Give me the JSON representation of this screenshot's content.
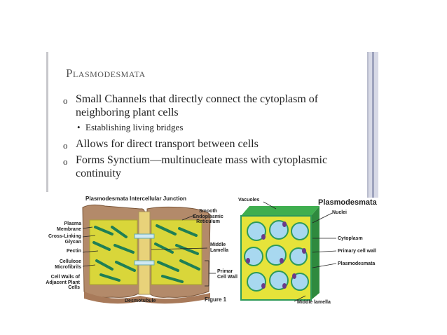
{
  "slide": {
    "title": "Plasmodesmata",
    "bullets": [
      {
        "text": "Small Channels that directly connect the cytoplasm of neighboring plant cells"
      },
      {
        "text": "Allows for direct transport between cells"
      },
      {
        "text": "Forms Synctium—multinucleate mass with cytoplasmic continuity"
      }
    ],
    "sub_bullets": [
      {
        "text": "Establishing living bridges"
      }
    ]
  },
  "figure_left": {
    "title": "Plasmodesmata Intercellular Junction",
    "labels": {
      "smooth_er": "Smooth Endoplasmic Reticulum",
      "plasma_membrane": "Plasma Membrane",
      "cross_linking": "Cross-Linking Glycan",
      "pectin": "Pectin",
      "cellulose": "Cellulose Microfibrils",
      "cell_walls": "Cell Walls of Adjacent Plant Cells",
      "middle_lamella": "Middle Lamella",
      "primary_wall": "Primar Cell Wall",
      "desmotubule": "Desmotubule",
      "figure_num": "Figure 1"
    }
  },
  "figure_right": {
    "title": "Plasmodesmata",
    "labels": {
      "vacuoles": "Vacuoles",
      "nuclei": "Nuclei",
      "cytoplasm": "Cytoplasm",
      "primary_wall": "Primary cell wall",
      "plasmodesmata": "Plasmodesmata",
      "middle_lamella": "Middle lamella"
    }
  },
  "colors": {
    "rule": "#c8c8cc",
    "side_bar": "#d7d9e6",
    "wall_green": "#2e9a5a",
    "cell_yellow": "#e6e33a",
    "vacuole_blue": "#a8d8f0"
  },
  "icons": {
    "bullet_main": "hollow-circle",
    "bullet_sub": "filled-dot"
  }
}
